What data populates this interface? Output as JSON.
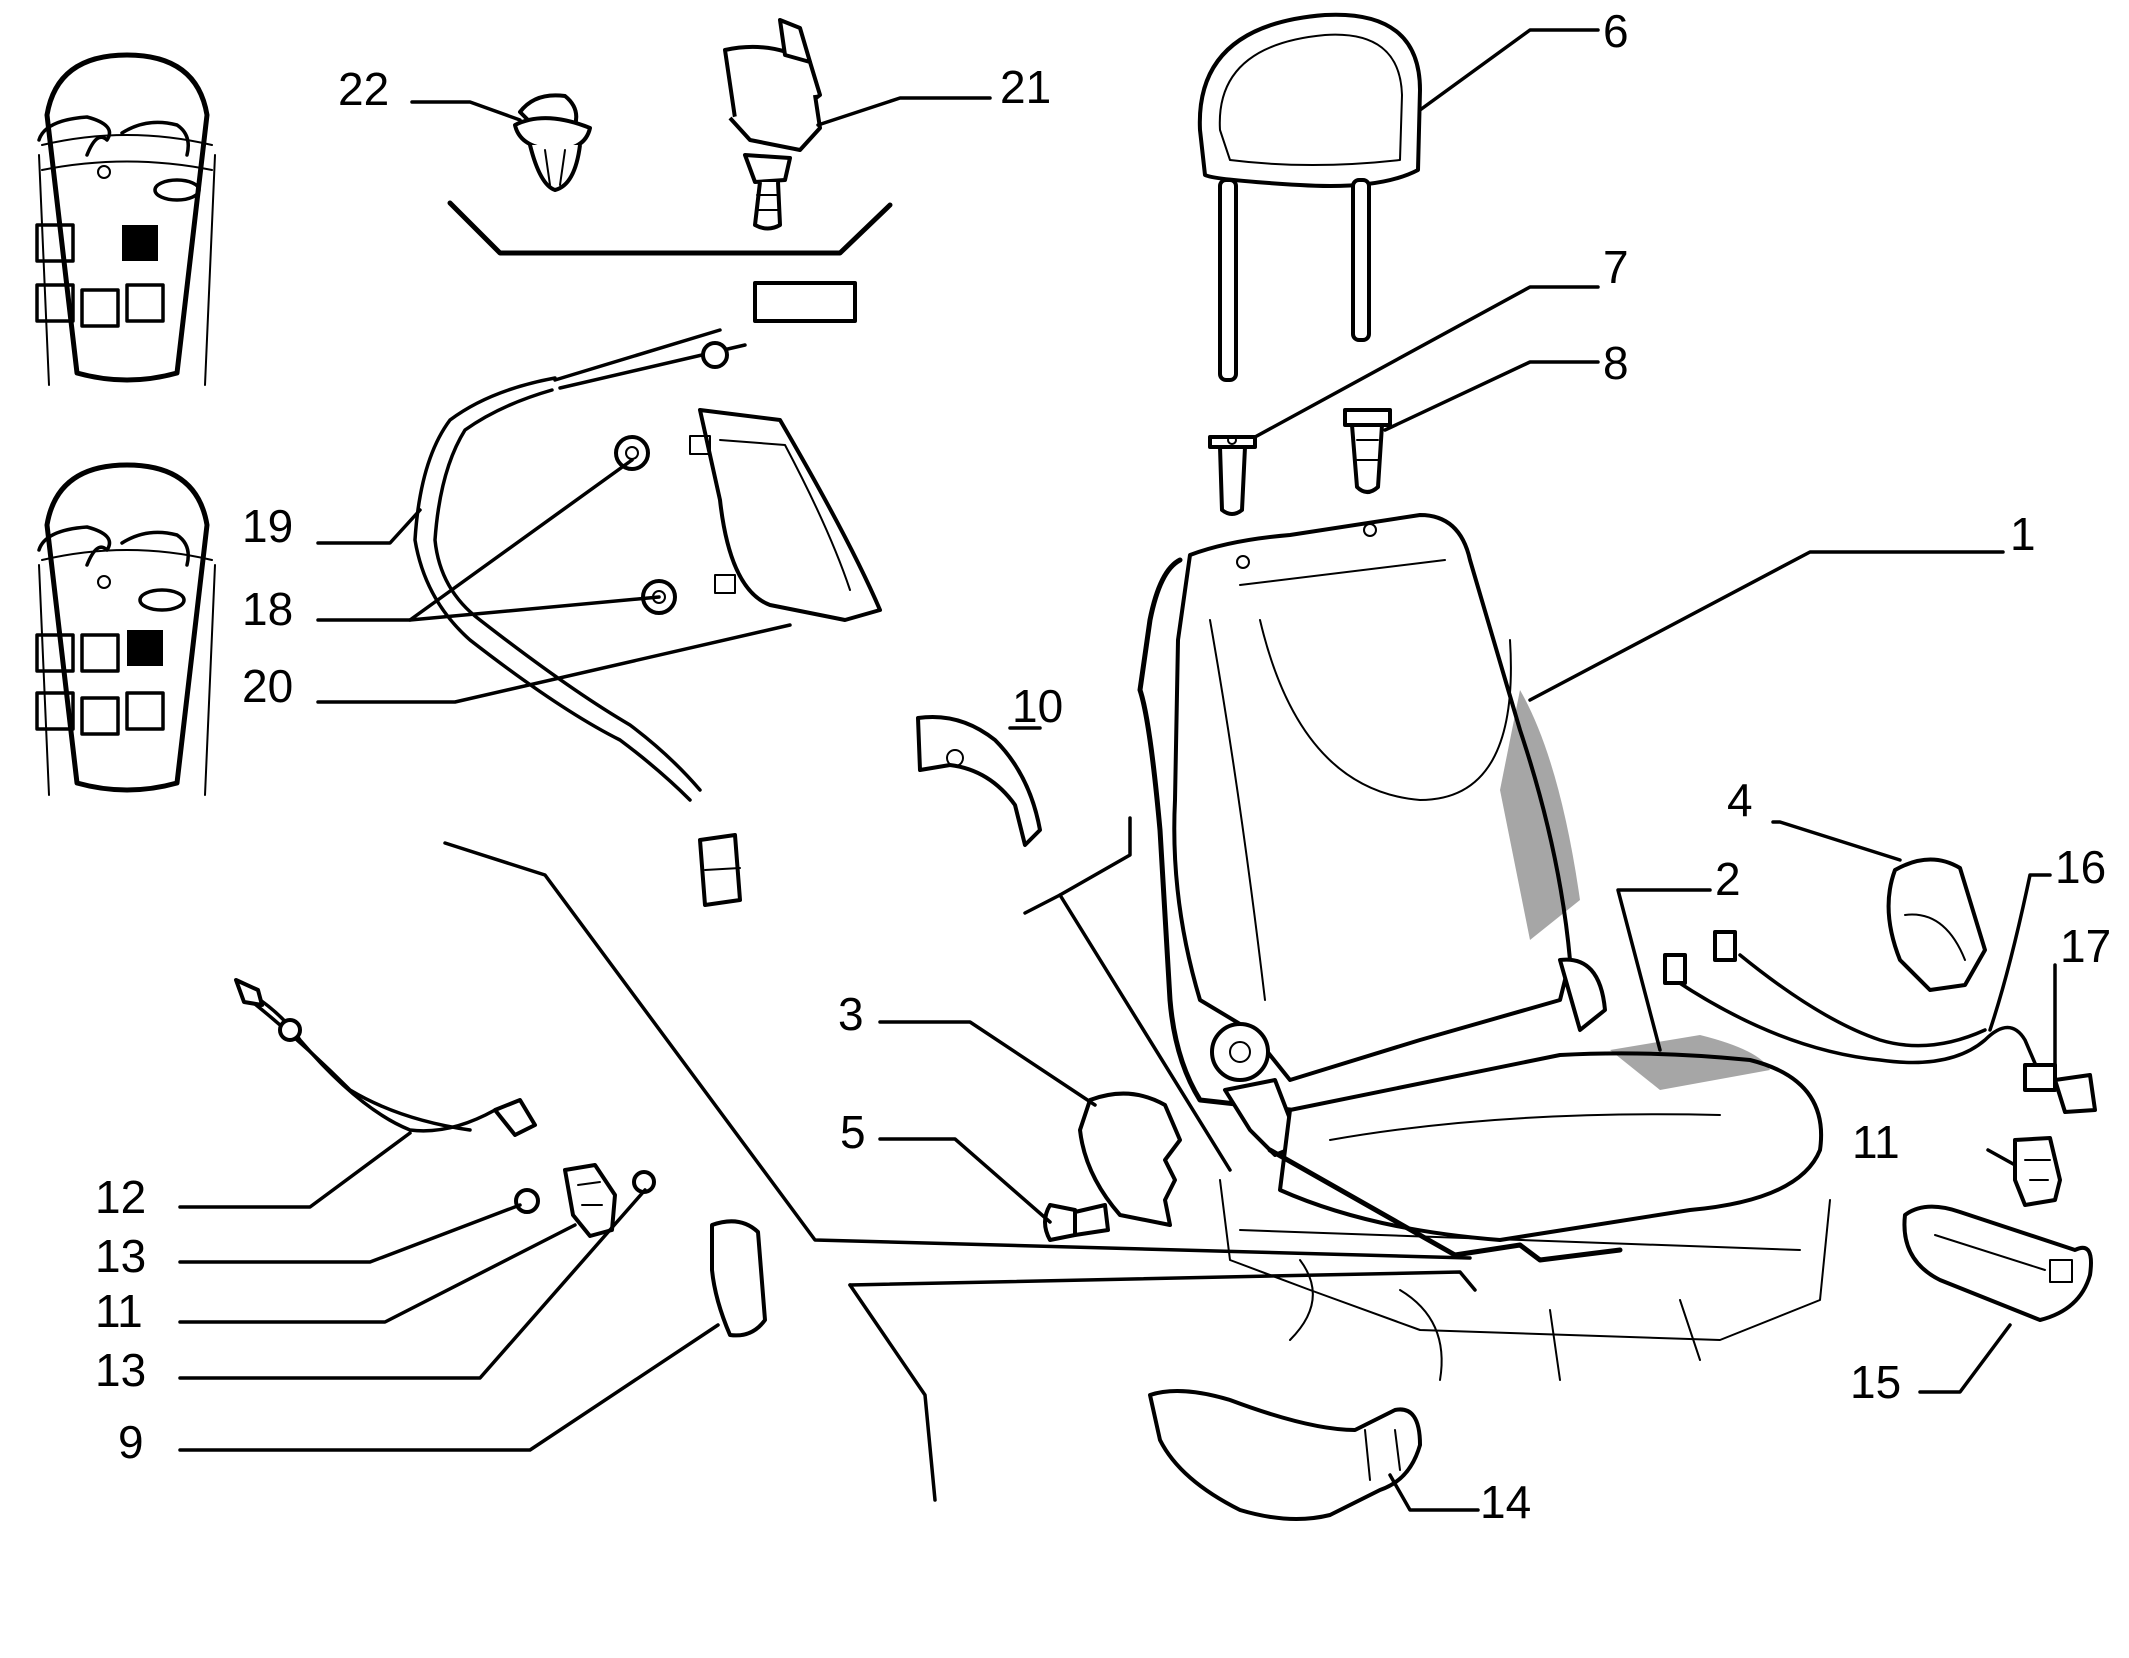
{
  "labels": {
    "p1": "1",
    "p2": "2",
    "p3": "3",
    "p4": "4",
    "p5": "5",
    "p6": "6",
    "p7": "7",
    "p8": "8",
    "p9": "9",
    "p10": "10",
    "p11a": "11",
    "p11b": "11",
    "p12": "12",
    "p13a": "13",
    "p13b": "13",
    "p14": "14",
    "p15": "15",
    "p16": "16",
    "p17": "17",
    "p18": "18",
    "p19": "19",
    "p20": "20",
    "p21": "21",
    "p22": "22"
  },
  "icons": {
    "car-top-view-1": "car-plan-icon",
    "car-top-view-2": "car-plan-icon"
  }
}
